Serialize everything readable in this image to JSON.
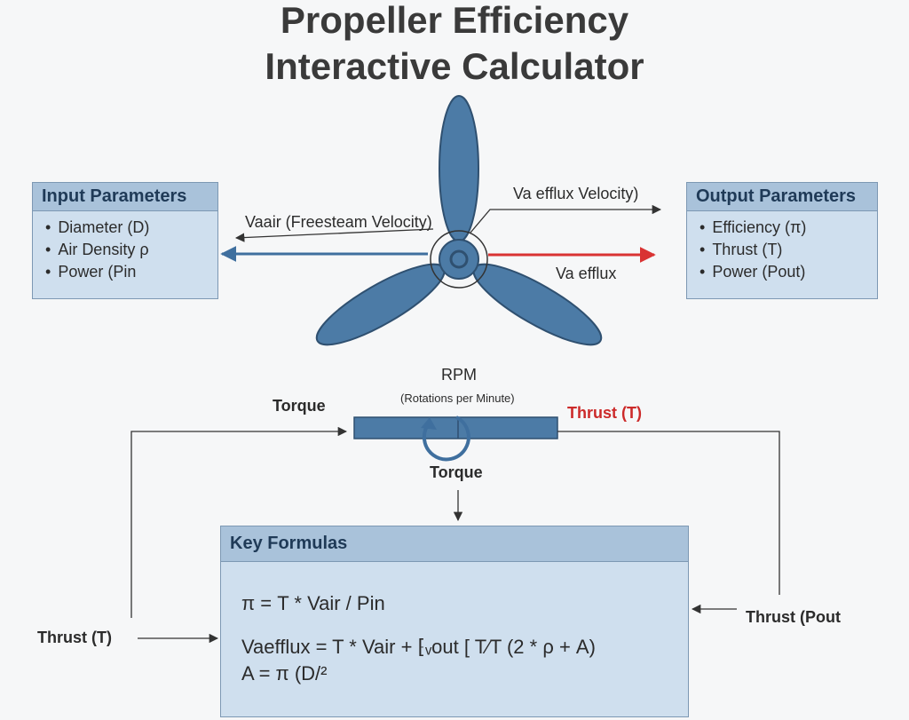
{
  "title": {
    "line1": "Propeller Efficiency",
    "line2": "Interactive Calculator"
  },
  "input_panel": {
    "heading": "Input Parameters",
    "items": [
      "Diameter (D)",
      "Air Density ρ",
      "Power (Pin"
    ]
  },
  "output_panel": {
    "heading": "Output Parameters",
    "items": [
      "Efficiency (π)",
      "Thrust (T)",
      "Power (Pout)"
    ]
  },
  "labels": {
    "freestream": "Vaair (Freesteam Velocity)",
    "efflux_velocity": "Va efflux Velocity)",
    "efflux": "Va efflux",
    "rpm": "RPM",
    "rpm_sub": "(Rotations per Minute)",
    "torque_left": "Torque",
    "torque_below": "Torque",
    "thrust_red": "Thrust (T)",
    "thrust_left": "Thrust (T)",
    "thrust_right": "Thrust (Pout"
  },
  "formulas": {
    "heading": "Key Formulas",
    "line1": "π = T * Vair / Pin",
    "line2": "Vaefflux = T * Vair + ⁅ᵥout [ T⁄T (2 * ρ + A)",
    "line3": "A = π (D/²"
  },
  "colors": {
    "blade": "#4c7ba6",
    "panel_bg": "#cfdfee",
    "panel_head": "#a9c2da",
    "freestream_arrow": "#3f6f9e",
    "efflux_arrow": "#d93333",
    "thrust_text": "#cc2a2a"
  },
  "icons": {
    "propeller": "propeller-icon",
    "rotation": "rotation-arrow-icon"
  }
}
